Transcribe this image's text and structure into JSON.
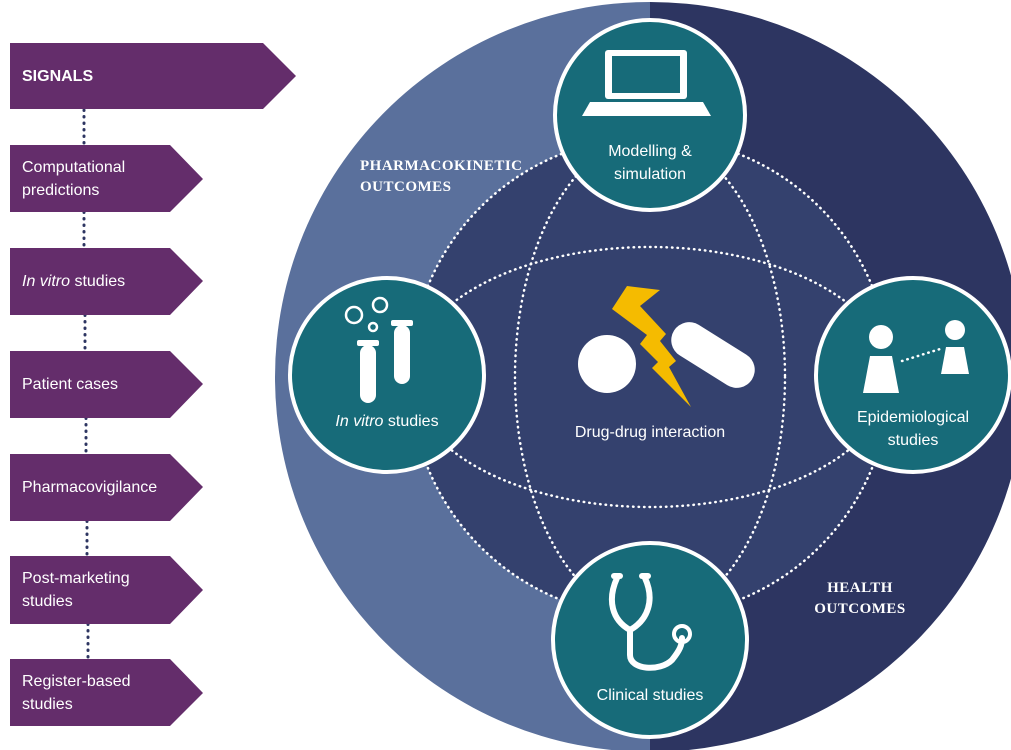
{
  "signals_column": {
    "header": "SIGNALS",
    "items": [
      {
        "line1": "Computational",
        "line2": "predictions"
      },
      {
        "italic": "In vitro",
        "rest": " studies"
      },
      {
        "line1": "Patient cases"
      },
      {
        "line1": "Pharmacovigilance"
      },
      {
        "line1": "Post-marketing",
        "line2": "studies"
      },
      {
        "line1": "Register-based",
        "line2": "studies"
      }
    ]
  },
  "outcomes": {
    "pharmacokinetic_line1": "PHARMACOKINETIC",
    "pharmacokinetic_line2": "OUTCOMES",
    "health_line1": "HEALTH",
    "health_line2": "OUTCOMES"
  },
  "center": {
    "label": "Drug-drug interaction"
  },
  "nodes": {
    "modelling": {
      "line1": "Modelling &",
      "line2": "simulation",
      "icon": "laptop-icon"
    },
    "invitro": {
      "italic": "In vitro",
      "rest": " studies",
      "icon": "test-tubes-icon"
    },
    "epidemiological": {
      "line1": "Epidemiological",
      "line2": "studies",
      "icon": "people-icon"
    },
    "clinical": {
      "line1": "Clinical studies",
      "icon": "stethoscope-icon"
    }
  },
  "colors": {
    "arrow": "#642d6b",
    "left_half": "#5a709c",
    "right_half": "#2d3561",
    "node": "#176b79",
    "bolt": "#f5bb00"
  }
}
